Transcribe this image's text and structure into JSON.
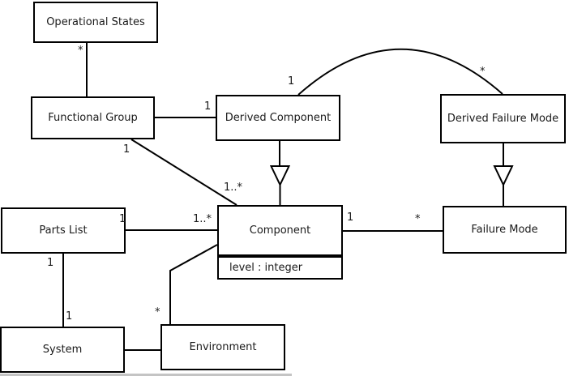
{
  "diagram": {
    "type": "uml-class-diagram",
    "classes": {
      "operational_states": {
        "label": "Operational States"
      },
      "functional_group": {
        "label": "Functional Group"
      },
      "derived_component": {
        "label": "Derived Component"
      },
      "derived_failure_mode": {
        "label": "Derived Failure Mode"
      },
      "parts_list": {
        "label": "Parts List"
      },
      "component": {
        "label": "Component",
        "attribute": "level : integer"
      },
      "failure_mode": {
        "label": "Failure Mode"
      },
      "system": {
        "label": "System"
      },
      "environment": {
        "label": "Environment"
      }
    },
    "relationships": [
      {
        "from": "Functional Group",
        "to": "Operational States",
        "type": "association",
        "to_label": "*"
      },
      {
        "from": "Functional Group",
        "to": "Derived Component",
        "type": "association",
        "to_label": "1"
      },
      {
        "from": "Functional Group",
        "to": "Component",
        "type": "association",
        "from_label": "1",
        "to_label": "1..*"
      },
      {
        "from": "Derived Component",
        "to": "Derived Failure Mode",
        "type": "association",
        "from_label": "1",
        "to_label": "*"
      },
      {
        "from": "Derived Component",
        "to": "Component",
        "type": "generalization"
      },
      {
        "from": "Derived Failure Mode",
        "to": "Failure Mode",
        "type": "generalization"
      },
      {
        "from": "Parts List",
        "to": "Component",
        "type": "association",
        "from_label": "1",
        "to_label": "1..*"
      },
      {
        "from": "Component",
        "to": "Failure Mode",
        "type": "association",
        "from_label": "1",
        "to_label": "*"
      },
      {
        "from": "Parts List",
        "to": "System",
        "type": "association",
        "from_label": "1",
        "to_label": "1"
      },
      {
        "from": "Component",
        "to": "Environment",
        "type": "association",
        "to_label": "*"
      },
      {
        "from": "System",
        "to": "Environment",
        "type": "association"
      }
    ],
    "colors": {
      "line": "#000000",
      "box_fill": "#ffffff",
      "text": "#1a1a1a",
      "background": "#ffffff",
      "bottom_edge": "#c4c4c4"
    }
  }
}
